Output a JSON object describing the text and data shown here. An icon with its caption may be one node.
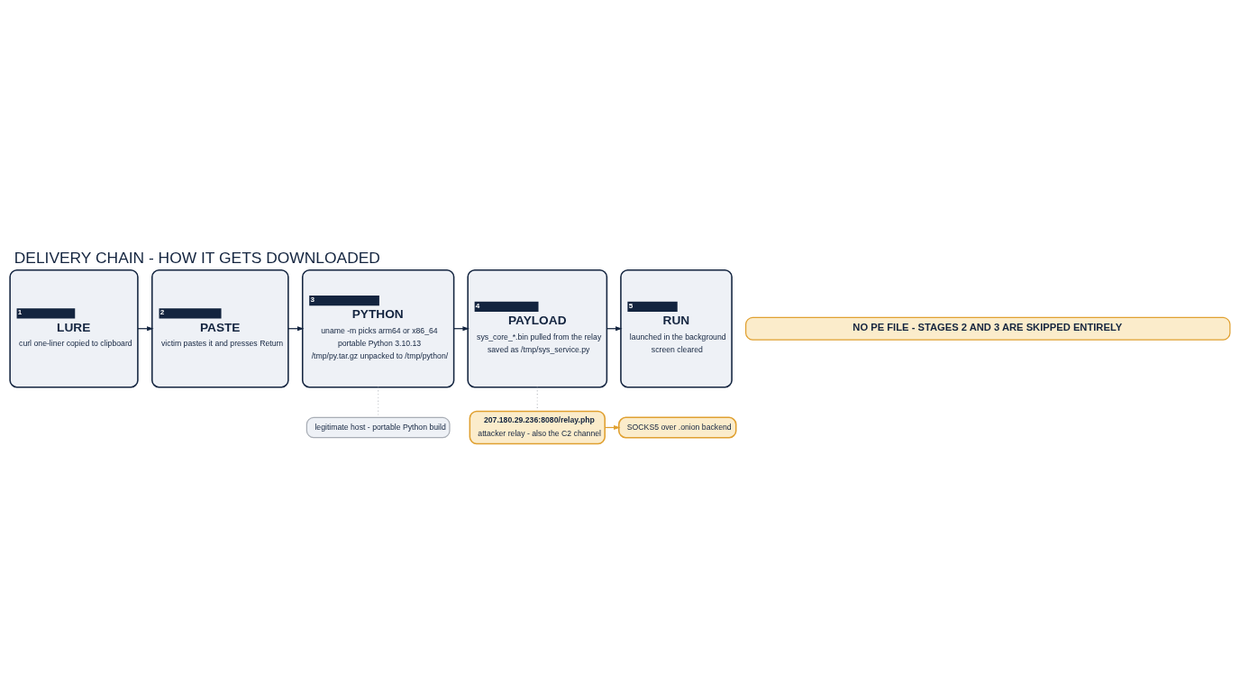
{
  "diagram": {
    "title": "DELIVERY CHAIN - HOW IT GETS DOWNLOADED",
    "nodes": [
      {
        "text": [
          "1",
          "LURE",
          "curl one-liner copied to clipboard"
        ]
      },
      {
        "text": [
          "2",
          "PASTE",
          "victim pastes it and presses Return"
        ]
      },
      {
        "text": [
          "3",
          "PYTHON",
          "uname -m picks arm64 or x86_64",
          "portable Python 3.10.13",
          "/tmp/py.tar.gz unpacked to /tmp/python/"
        ]
      },
      {
        "text": [
          "4",
          "PAYLOAD",
          "sys_core_*.bin pulled from the relay",
          "saved as /tmp/sys_service.py"
        ]
      },
      {
        "text": [
          "5",
          "RUN",
          "launched in the background",
          "screen cleared"
        ]
      },
      {
        "text": [
          "legitimate host - portable Python build"
        ]
      },
      {
        "text": [
          "207.180.29.236:8080/relay.php",
          "attacker relay - also the C2 channel"
        ]
      },
      {
        "text": [
          "SOCKS5 over .onion backend"
        ]
      },
      {
        "text": [
          "NO PE FILE - STAGES 2 AND 3 ARE SKIPPED ENTIRELY"
        ]
      }
    ],
    "edges": [
      {
        "from": 0,
        "to": 1,
        "arrow": "to"
      },
      {
        "from": 1,
        "to": 2,
        "arrow": "to"
      },
      {
        "from": 2,
        "to": 3,
        "arrow": "to"
      },
      {
        "from": 3,
        "to": 4,
        "arrow": "to"
      },
      {
        "from": 2,
        "to": 5,
        "arrow": "none",
        "style": "dashed",
        "color": "#a0a4ab"
      },
      {
        "from": 3,
        "to": 6,
        "arrow": "none",
        "style": "dashed",
        "color": "#a0a4ab"
      },
      {
        "from": 6,
        "to": 7,
        "arrow": "to",
        "color": "#e0a030"
      }
    ]
  }
}
